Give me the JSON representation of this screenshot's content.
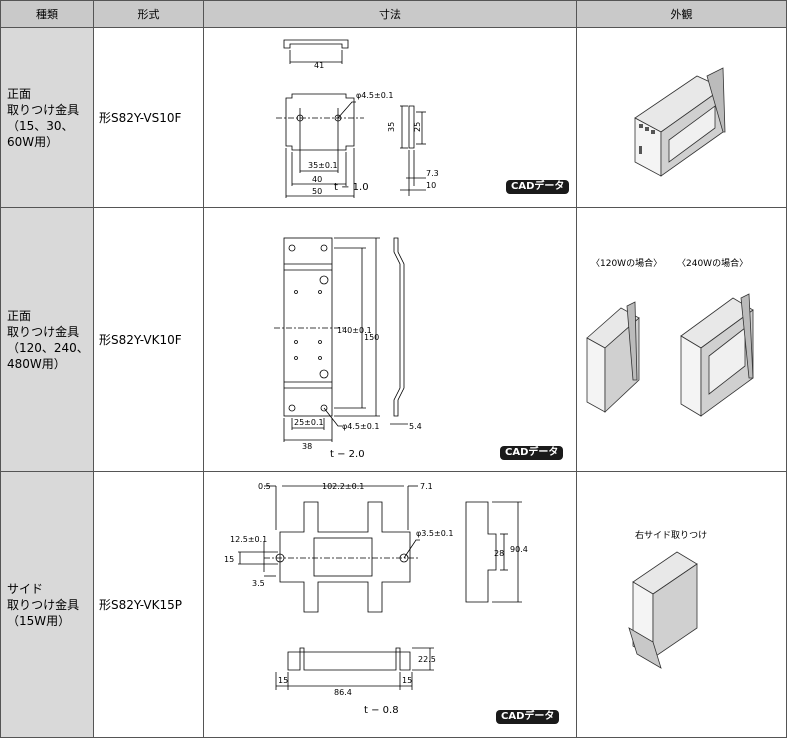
{
  "headers": [
    "種類",
    "形式",
    "寸法",
    "外観"
  ],
  "cad_label": "CADデータ",
  "rows": [
    {
      "type_lines": [
        "正面",
        "取りつけ金具",
        "（15、30、",
        "60W用）"
      ],
      "model": "形S82Y-VS10F",
      "thickness": "t − 1.0",
      "dims": {
        "a": "41",
        "b": "φ4.5±0.1",
        "c": "35",
        "d": "25",
        "e": "35±0.1",
        "f": "40",
        "g": "50",
        "h": "7.3",
        "i": "10"
      }
    },
    {
      "type_lines": [
        "正面",
        "取りつけ金具",
        "（120、240、",
        "480W用）"
      ],
      "model": "形S82Y-VK10F",
      "thickness": "t − 2.0",
      "captions": [
        "〈120Wの場合〉",
        "〈240Wの場合〉"
      ],
      "dims": {
        "a": "140±0.1",
        "b": "150",
        "c": "25±0.1",
        "d": "38",
        "e": "φ4.5±0.1",
        "f": "5.4"
      }
    },
    {
      "type_lines": [
        "サイド",
        "取りつけ金具",
        "（15W用）"
      ],
      "model": "形S82Y-VK15P",
      "thickness": "t − 0.8",
      "captions": [
        "右サイド取りつけ"
      ],
      "dims": {
        "a": "0.5",
        "b": "102.2±0.1",
        "c": "7.1",
        "d": "12.5±0.1",
        "e": "φ3.5±0.1",
        "f": "15",
        "g": "3.5",
        "h": "28",
        "i": "90.4",
        "j": "22.5",
        "k": "15",
        "l": "86.4",
        "m": "15"
      }
    }
  ]
}
